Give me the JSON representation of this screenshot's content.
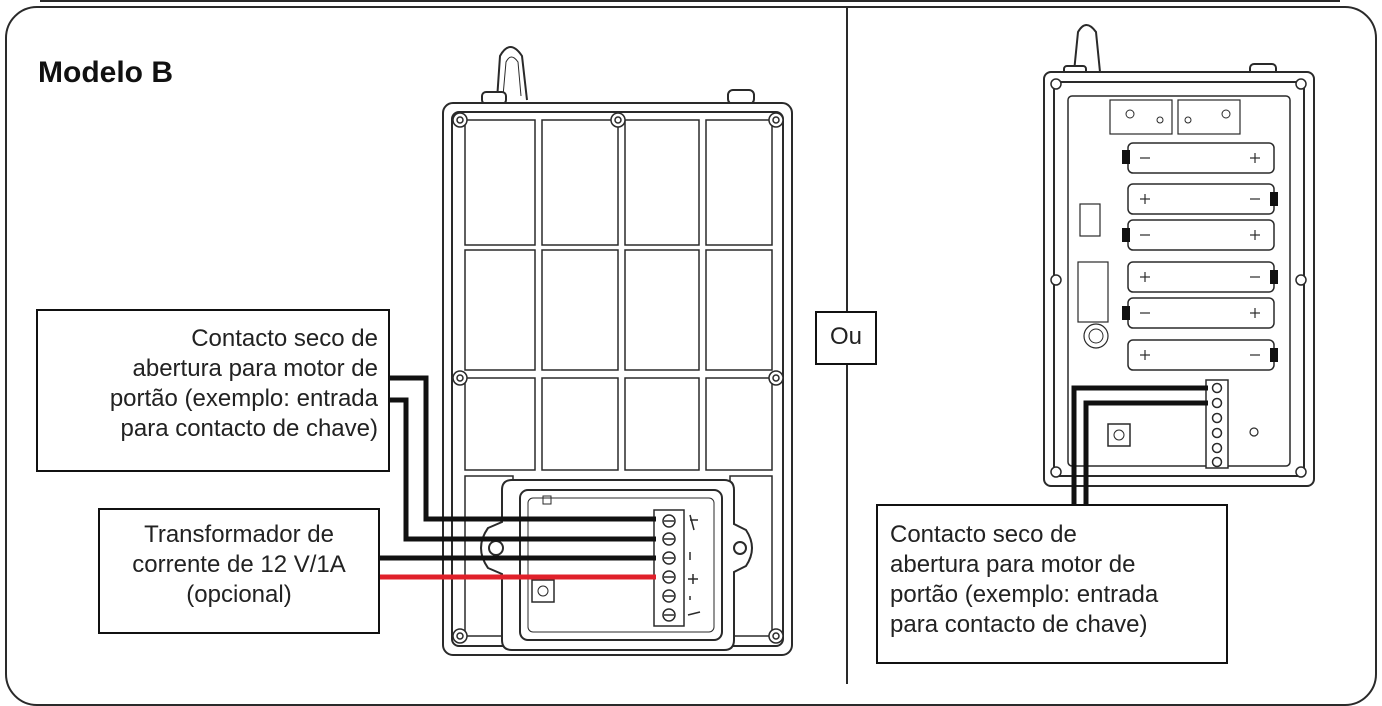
{
  "title": "Modelo B",
  "or_label": "Ou",
  "left_dry_contact": {
    "lines": [
      "Contacto seco de",
      "abertura para motor de",
      "portão (exemplo: entrada",
      "para contacto de chave)"
    ]
  },
  "transformer": {
    "lines": [
      "Transformador de",
      "corrente de 12 V/1A",
      "(opcional)"
    ]
  },
  "right_dry_contact": {
    "lines": [
      "Contacto seco de",
      "abertura para motor de",
      "portão (exemplo: entrada",
      "para contacto de chave)"
    ]
  },
  "colors": {
    "wire_black": "#111111",
    "wire_red": "#e0202a",
    "line": "#2a2a2a"
  }
}
